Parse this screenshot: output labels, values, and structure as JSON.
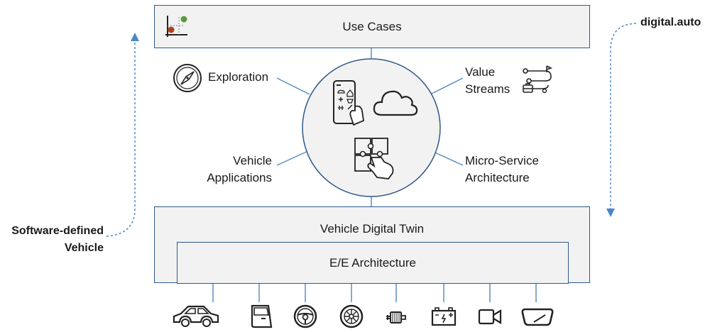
{
  "top_box": {
    "label": "Use Cases",
    "icon": "scatter-chart-icon"
  },
  "center_circle": {
    "icons": [
      "smartphone-apps-icon",
      "cloud-icon",
      "puzzle-hand-icon"
    ]
  },
  "spokes": {
    "exploration": {
      "label": "Exploration",
      "icon": "compass-icon"
    },
    "value_streams": {
      "line1": "Value",
      "line2": "Streams",
      "icon": "workflow-icon"
    },
    "vehicle_applications": {
      "line1": "Vehicle",
      "line2": "Applications"
    },
    "micro_service": {
      "line1": "Micro-Service",
      "line2": "Architecture"
    }
  },
  "bottom_box": {
    "label": "Vehicle Digital Twin",
    "inner_label": "E/E Architecture"
  },
  "left_flow": {
    "line1": "Software-defined",
    "line2": "Vehicle"
  },
  "right_flow": {
    "label": "digital.auto"
  },
  "vehicle_icons": [
    "car-body-icon",
    "car-door-icon",
    "steering-wheel-icon",
    "wheel-icon",
    "motor-icon",
    "battery-icon",
    "camera-icon",
    "windshield-icon"
  ],
  "colors": {
    "border": "#2e5a8a",
    "box_fill": "#f2f2f2",
    "line": "#5a8fc0",
    "arrow": "#4a86c8",
    "dot_green": "#5a9a3a",
    "dot_red": "#b0401a"
  }
}
